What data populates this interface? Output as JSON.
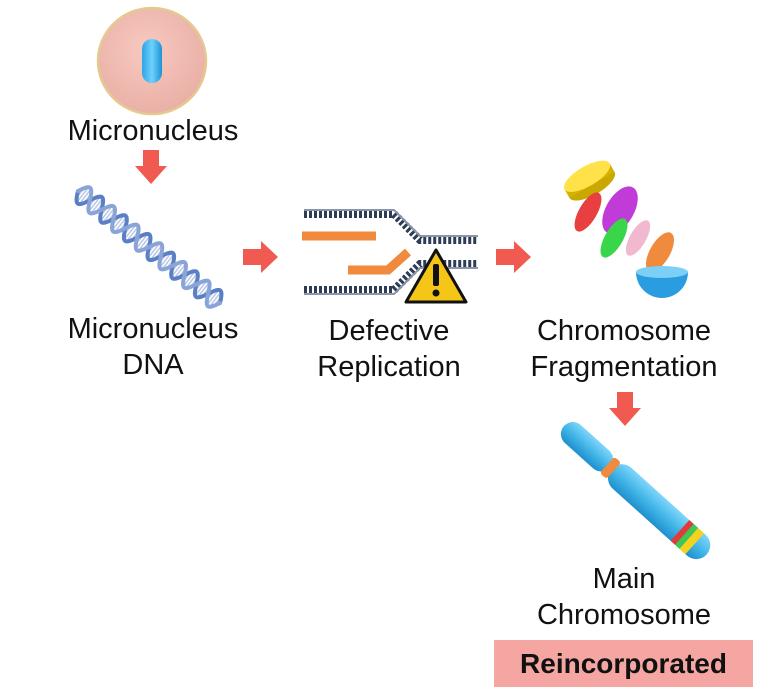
{
  "steps": {
    "micronucleus": {
      "label": "Micronucleus"
    },
    "micronucleus_dna": {
      "line1": "Micronucleus",
      "line2": "DNA"
    },
    "defective_replication": {
      "line1": "Defective",
      "line2": "Replication"
    },
    "chromosome_fragmentation": {
      "line1": "Chromosome",
      "line2": "Fragmentation"
    },
    "main_chromosome": {
      "line1": "Main",
      "line2": "Chromosome"
    }
  },
  "outcome_badge": {
    "label": "Reincorporated"
  },
  "colors": {
    "arrow": "#f15a50",
    "badge": "#f5a6a2",
    "cell_body": "#f0b8b0",
    "cell_rim": "#e7c98d",
    "chromosome": "#47b9e8",
    "dna_strand": "#2e3d56",
    "replication_primer": "#f08a3c",
    "warning": "#f5c518"
  }
}
